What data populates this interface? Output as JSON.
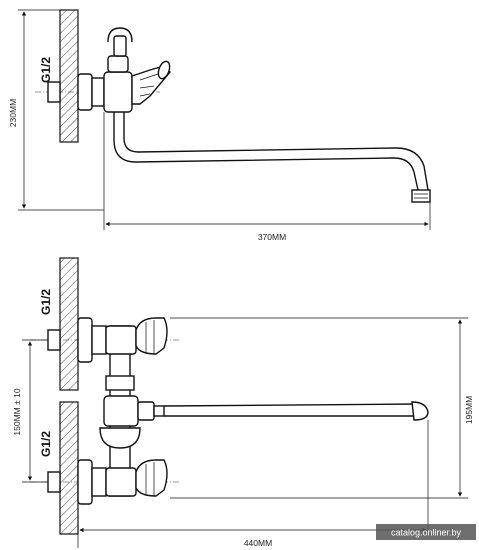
{
  "top_view": {
    "thread_label": "G1/2",
    "height_label": "230MM",
    "spout_length_label": "370MM"
  },
  "front_view": {
    "thread_label_upper": "G1/2",
    "thread_label_lower": "G1/2",
    "spacing_label": "150MM ± 10",
    "height_label": "195MM",
    "total_length_label": "440MM"
  },
  "watermark": {
    "text": "catalog.onliner.by"
  }
}
